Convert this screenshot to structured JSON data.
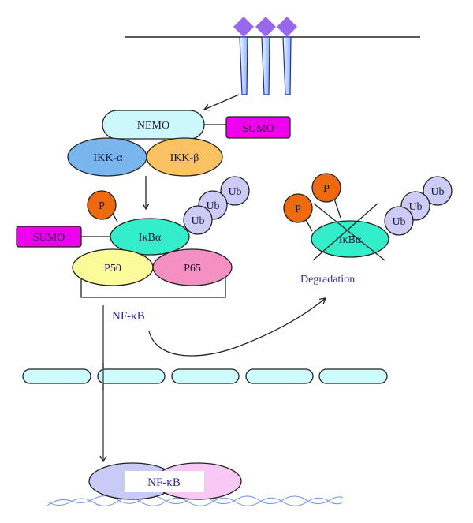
{
  "title": "NF-κB activation pathway with SUMOylation",
  "colors": {
    "receptor_ligand": "#9966ee",
    "receptor_body": "#bcd4ff",
    "receptor_outline": "#1f2fa8",
    "nemo": "#ccf7fb",
    "sumo": "#ee00ee",
    "ikk_alpha": "#7ab6ee",
    "ikk_beta": "#fbc263",
    "phosphate": "#ee6a0e",
    "ubiquitin": "#ccccf7",
    "ikba": "#33eec8",
    "p50": "#fbfb99",
    "p65": "#f591c2",
    "er_membrane": "#ccfcfc",
    "nfkb_left": "#c8cbf5",
    "nfkb_right": "#fac8f5",
    "dna": "#6e93e0",
    "blue_text": "#2b2bb0"
  },
  "labels": {
    "nemo": "NEMO",
    "sumo_top": "SUMO",
    "ikk_alpha": "IKK-α",
    "ikk_beta": "IKK-β",
    "phospho_left": "P",
    "ikba": "IκBα",
    "sumo_left": "SUMO",
    "ub": [
      "Ub",
      "Ub",
      "Ub"
    ],
    "p50": "P50",
    "p65": "P65",
    "nfkb_complex": "NF-κB",
    "degraded_ikba": "IκBα",
    "degraded_p": [
      "P",
      "P"
    ],
    "degraded_ub": [
      "Ub",
      "Ub",
      "Ub"
    ],
    "degradation": "Degradation",
    "nfkb_nucleus": "NF-κB"
  },
  "membrane_segments": 5,
  "receptor_count": 3
}
